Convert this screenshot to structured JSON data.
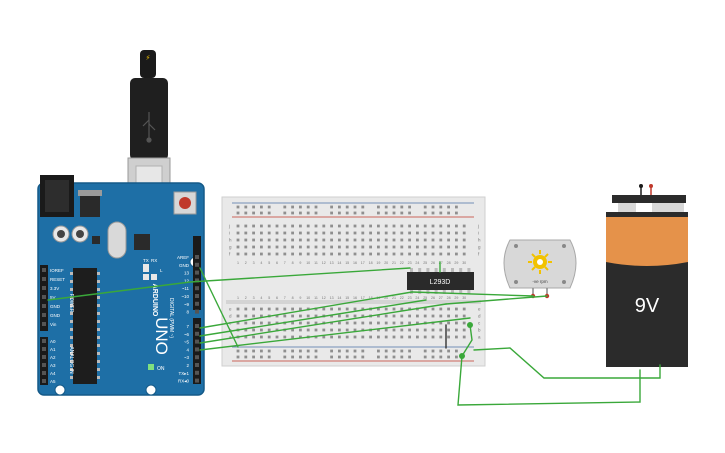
{
  "arduino": {
    "brand": "ARDUINO",
    "model": "UNO",
    "power_label": "POWER",
    "analog_label": "ANALOG IN",
    "digital_label": "DIGITAL (PWM ~)",
    "tx_label": "TX",
    "rx_label": "RX",
    "l_label": "L",
    "on_label": "ON",
    "power_pins": [
      "IOREF",
      "RESET",
      "3.3V",
      "5V",
      "GND",
      "GND",
      "Vin"
    ],
    "analog_pins": [
      "A0",
      "A1",
      "A2",
      "A3",
      "A4",
      "A5"
    ],
    "digital_pins_upper": [
      "AREF",
      "GND",
      "13",
      "12",
      "~11",
      "~10",
      "~9",
      "8"
    ],
    "digital_pins_lower": [
      "7",
      "~6",
      "~5",
      "4",
      "~3",
      "2",
      "TX▸1",
      "RX◂0"
    ]
  },
  "breadboard": {
    "row_letters": [
      "j",
      "i",
      "h",
      "g",
      "f",
      "e",
      "d",
      "c",
      "b",
      "a"
    ],
    "column_count": 30
  },
  "chip": {
    "label": "L293D"
  },
  "motor": {
    "label": "-ve  rpm"
  },
  "battery": {
    "label": "9V"
  },
  "colors": {
    "board_blue": "#1e6fa6",
    "wire_green": "#3aa83a",
    "battery_orange": "#e5924a",
    "battery_dark": "#2b2b2b",
    "breadboard": "#e9e9e9"
  },
  "icons": {
    "usb_symbol": "usb-icon",
    "lightning": "lightning-icon",
    "motor_sun": "motor-gear-icon"
  }
}
